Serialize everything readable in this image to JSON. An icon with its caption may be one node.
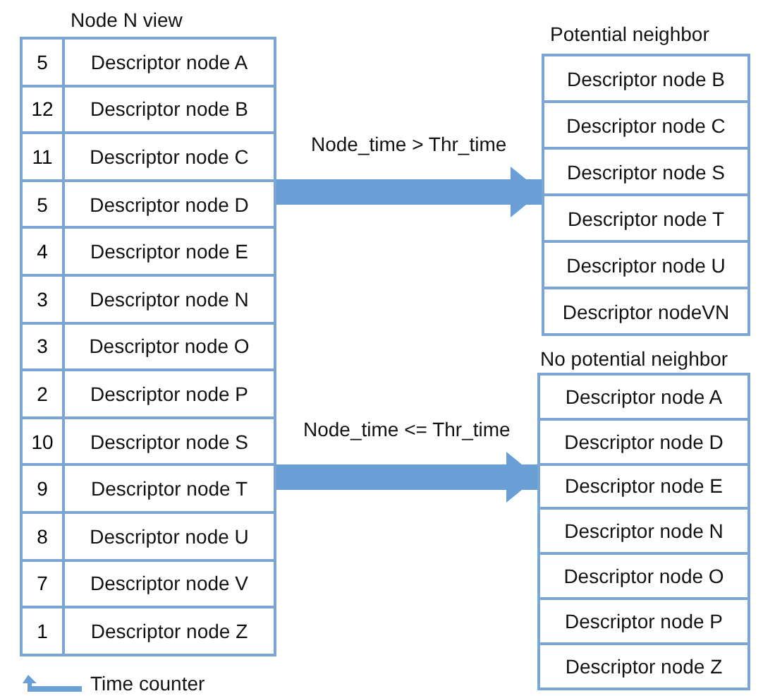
{
  "diagram": {
    "nodes": [
      {
        "text": [
          "Node N view"
        ]
      },
      {
        "text": [
          "5",
          "Descriptor node A"
        ],
        "in": 0
      },
      {
        "text": [
          "12",
          "Descriptor node B"
        ],
        "in": 0
      },
      {
        "text": [
          "11",
          "Descriptor node C"
        ],
        "in": 0
      },
      {
        "text": [
          "5",
          "Descriptor node D"
        ],
        "in": 0
      },
      {
        "text": [
          "4",
          "Descriptor node E"
        ],
        "in": 0
      },
      {
        "text": [
          "3",
          "Descriptor node N"
        ],
        "in": 0
      },
      {
        "text": [
          "3",
          "Descriptor node O"
        ],
        "in": 0
      },
      {
        "text": [
          "2",
          "Descriptor node P"
        ],
        "in": 0
      },
      {
        "text": [
          "10",
          "Descriptor node S"
        ],
        "in": 0
      },
      {
        "text": [
          "9",
          "Descriptor node T"
        ],
        "in": 0
      },
      {
        "text": [
          "8",
          "Descriptor node U"
        ],
        "in": 0
      },
      {
        "text": [
          "7",
          "Descriptor node V"
        ],
        "in": 0
      },
      {
        "text": [
          "1",
          "Descriptor node Z"
        ],
        "in": 0
      },
      {
        "text": [
          "Potential neighbor"
        ]
      },
      {
        "text": [
          "Descriptor node B"
        ],
        "in": 14
      },
      {
        "text": [
          "Descriptor node C"
        ],
        "in": 14
      },
      {
        "text": [
          "Descriptor node S"
        ],
        "in": 14
      },
      {
        "text": [
          "Descriptor node T"
        ],
        "in": 14
      },
      {
        "text": [
          "Descriptor node U"
        ],
        "in": 14
      },
      {
        "text": [
          "Descriptor nodeVN"
        ],
        "in": 14
      },
      {
        "text": [
          "No potential neighbor"
        ]
      },
      {
        "text": [
          "Descriptor node A"
        ],
        "in": 21
      },
      {
        "text": [
          "Descriptor node D"
        ],
        "in": 21
      },
      {
        "text": [
          "Descriptor node E"
        ],
        "in": 21
      },
      {
        "text": [
          "Descriptor node N"
        ],
        "in": 21
      },
      {
        "text": [
          "Descriptor node O"
        ],
        "in": 21
      },
      {
        "text": [
          "Descriptor node P"
        ],
        "in": 21
      },
      {
        "text": [
          "Descriptor node Z"
        ],
        "in": 21
      }
    ],
    "edges": [
      {
        "from": 0,
        "to": 14,
        "arrow": "to",
        "label": "Node_time > Thr_time"
      },
      {
        "from": 0,
        "to": 21,
        "arrow": "to",
        "label": "Node_time <= Thr_time"
      }
    ],
    "labels": [
      "Time counter"
    ]
  }
}
